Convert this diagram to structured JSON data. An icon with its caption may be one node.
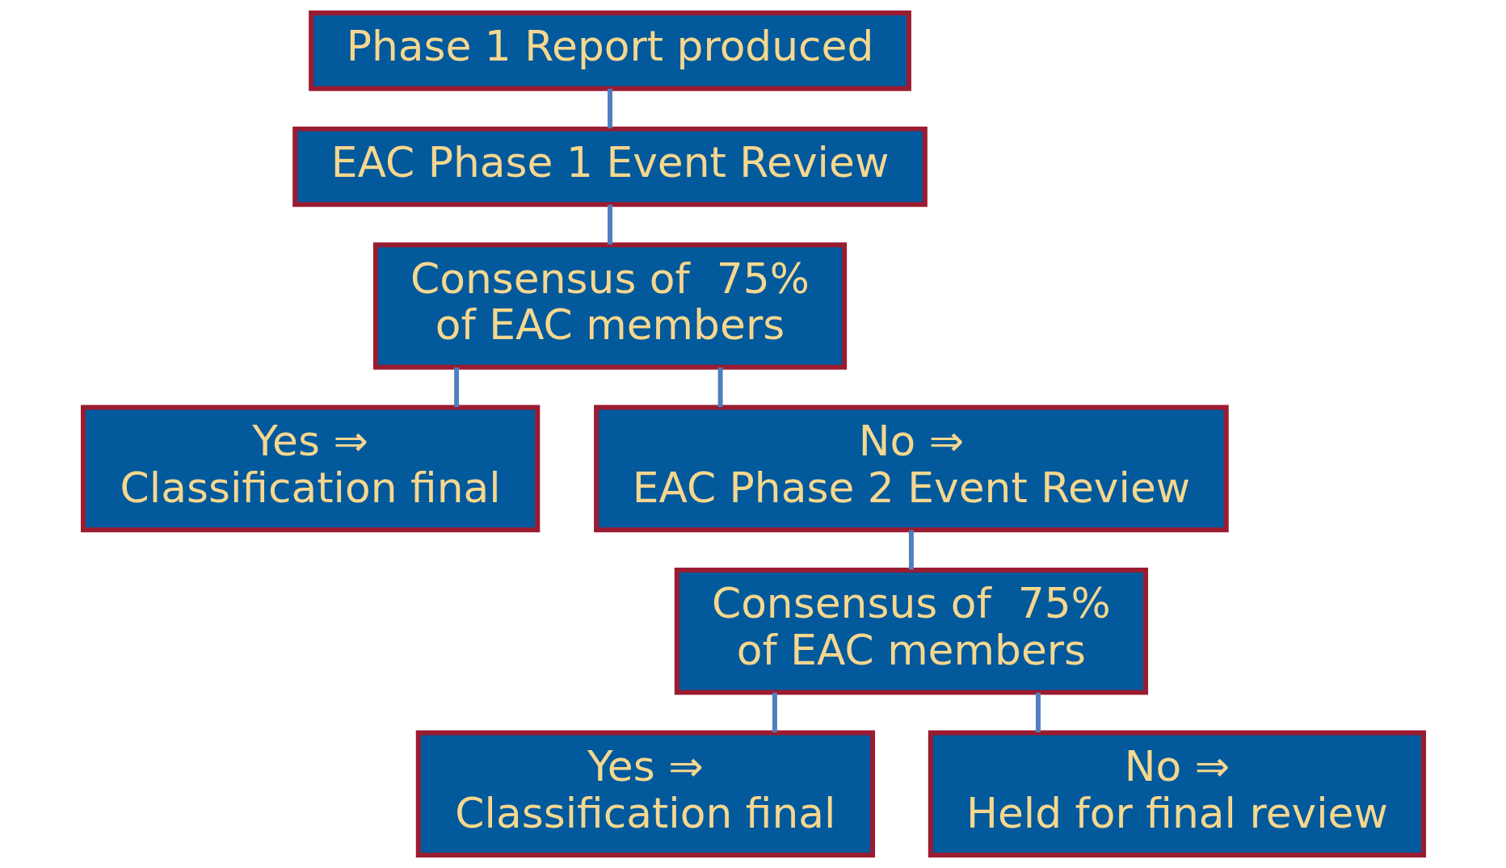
{
  "diagram": {
    "nodes": [
      {
        "text": [
          "Phase 1 Report produced"
        ]
      },
      {
        "text": [
          "EAC Phase 1 Event Review"
        ]
      },
      {
        "text": [
          "Consensus of  75% of EAC members"
        ]
      },
      {
        "text": [
          "Yes ⇒ Classification final"
        ]
      },
      {
        "text": [
          "No ⇒ EAC Phase 2 Event Review"
        ]
      },
      {
        "text": [
          "Consensus of  75% of EAC members"
        ]
      },
      {
        "text": [
          "Yes ⇒ Classification final"
        ]
      },
      {
        "text": [
          "No ⇒ Held for final review"
        ]
      }
    ],
    "edges": [
      {
        "from": 0,
        "to": 1,
        "arrow": "none"
      },
      {
        "from": 1,
        "to": 2,
        "arrow": "none"
      },
      {
        "from": 2,
        "to": 3,
        "arrow": "none"
      },
      {
        "from": 2,
        "to": 4,
        "arrow": "none"
      },
      {
        "from": 4,
        "to": 5,
        "arrow": "none"
      },
      {
        "from": 5,
        "to": 6,
        "arrow": "none"
      },
      {
        "from": 5,
        "to": 7,
        "arrow": "none"
      }
    ]
  }
}
